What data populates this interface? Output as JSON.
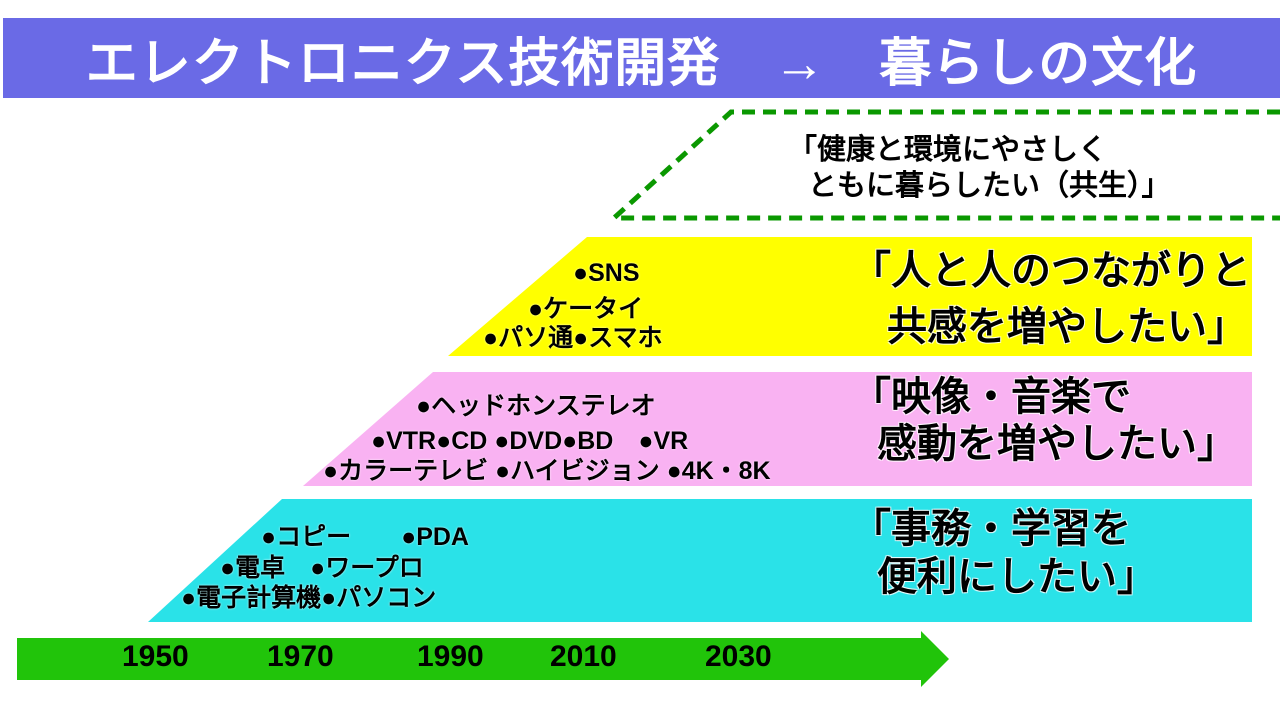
{
  "banner": {
    "title": "エレクトロニクス技術開発　→　暮らしの文化",
    "bg_color": "#6a6ae6",
    "text_color": "#ffffff"
  },
  "layers": {
    "symbiosis": {
      "style": "dashed-outline",
      "border_color": "#0a9800",
      "caption1": "「健康と環境にやさしく",
      "caption2": "ともに暮らしたい（共生）」"
    },
    "connection": {
      "bg_color": "#ffff00",
      "items": [
        "●SNS",
        "●ケータイ",
        "●パソ通●スマホ"
      ],
      "caption1": "「人と人のつながりと",
      "caption2": "共感を増やしたい」"
    },
    "av": {
      "bg_color": "#f9b2f2",
      "items": [
        "●ヘッドホンステレオ",
        "●VTR●CD ●DVD●BD　●VR",
        "●カラーテレビ ●ハイビジョン ●4K・8K"
      ],
      "caption1": "「映像・音楽で",
      "caption2": "感動を増やしたい」"
    },
    "office": {
      "bg_color": "#2ae2e8",
      "items": [
        "●コピー　　●PDA",
        "●電卓　●ワープロ",
        "●電子計算機●パソコン"
      ],
      "caption1": "「事務・学習を",
      "caption2": "便利にしたい」"
    }
  },
  "timeline": {
    "bg_color": "#21c40a",
    "years": [
      "1950",
      "1970",
      "1990",
      "2010",
      "2030"
    ]
  }
}
